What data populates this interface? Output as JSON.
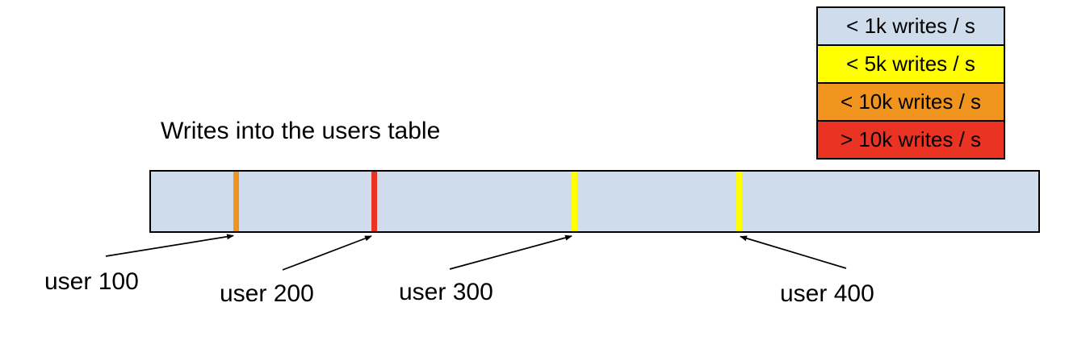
{
  "title": "Writes into the users table",
  "legend": {
    "items": [
      {
        "label": "< 1k writes / s",
        "color": "#cfdceb"
      },
      {
        "label": "< 5k writes / s",
        "color": "#ffff00"
      },
      {
        "label": "< 10k writes / s",
        "color": "#f0941e"
      },
      {
        "label": "> 10k writes / s",
        "color": "#eb3323"
      }
    ]
  },
  "bar": {
    "fill_color": "#cfdceb",
    "border_color": "#000000",
    "markers": [
      {
        "label": "user 100",
        "rate": "< 10k writes / s",
        "color": "#f0941e"
      },
      {
        "label": "user 200",
        "rate": "> 10k writes / s",
        "color": "#eb3323"
      },
      {
        "label": "user 300",
        "rate": "< 5k writes / s",
        "color": "#ffff00"
      },
      {
        "label": "user 400",
        "rate": "< 5k writes / s",
        "color": "#ffff00"
      }
    ]
  }
}
